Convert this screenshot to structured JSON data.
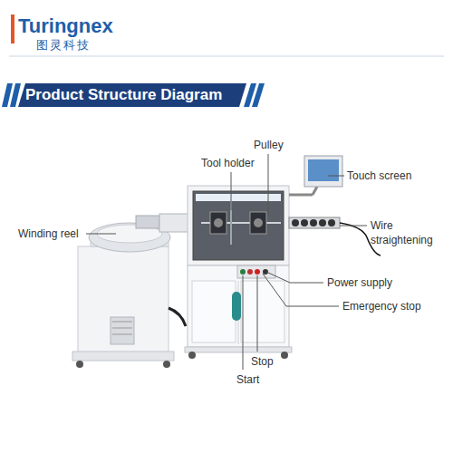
{
  "diagram": {
    "title": "Product Structure Diagram",
    "labels": [
      "Turingnex",
      "图灵科技",
      "Pulley",
      "Tool holder",
      "Touch screen",
      "Winding reel",
      "Wire straightening",
      "Power supply",
      "Emergency stop",
      "Stop",
      "Start"
    ]
  }
}
